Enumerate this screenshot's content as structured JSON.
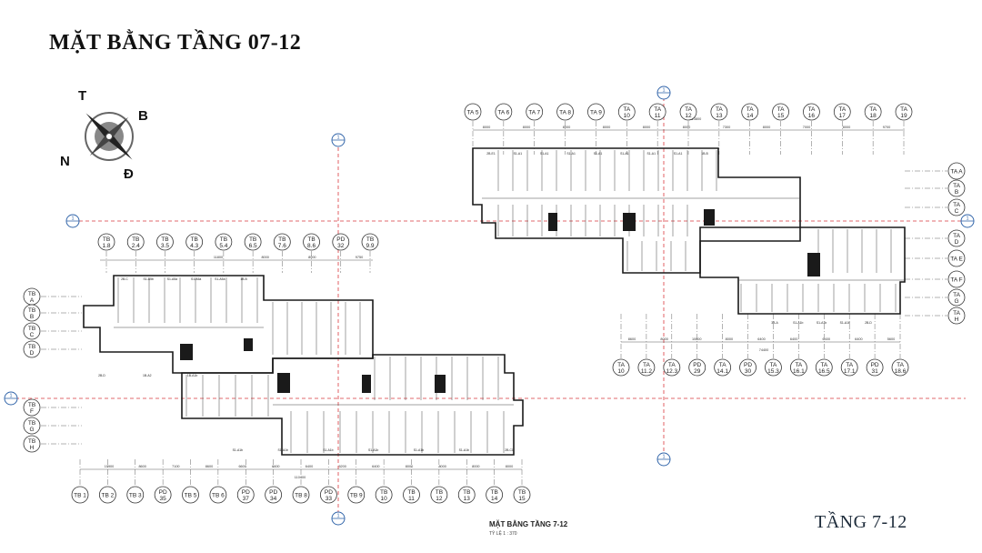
{
  "title": "MẶT BẰNG TẦNG 07-12",
  "footer": "TẦNG 7-12",
  "drawing_caption": "MẶT BẰNG TẦNG 7-12",
  "drawing_scale": "TỶ LỆ 1 : 370",
  "compass": {
    "top": "T",
    "right": "B",
    "left": "N",
    "bottom": "Đ"
  },
  "section_markers": {
    "vertical_left": "1",
    "vertical_right": "1",
    "horizontal": "1"
  },
  "block_b": {
    "top_axes": [
      "TB\n1.8",
      "TB\n2.4",
      "TB\n3.5",
      "TB\n4.3",
      "TB\n5.4",
      "TB\n6.5",
      "TB\n7.6",
      "TB\n8.6",
      "PD\n32",
      "TB\n9.9"
    ],
    "bottom_axes": [
      "TB 1",
      "TB 2",
      "TB 3",
      "PD\n35",
      "TB 5",
      "TB 6",
      "PD\n37",
      "PD\n34",
      "TB 8",
      "PD\n33",
      "TB 9",
      "TB\n10",
      "TB\n11",
      "TB\n12",
      "TB\n13",
      "TB\n14",
      "TB\n15"
    ],
    "left_axes": [
      "TB\nA",
      "TB\nB",
      "TB\nC",
      "TB\nD",
      "TB\nF",
      "TB\nG",
      "TB\nH"
    ],
    "top_dims": [
      "11800",
      "8000",
      "8000",
      "9750"
    ],
    "bottom_dims": [
      "15900",
      "8600",
      "7100",
      "8600",
      "6600",
      "6600",
      "6400",
      "5200",
      "6400",
      "8000",
      "8000",
      "8000",
      "8000"
    ],
    "bottom_total": "110400",
    "rooms_top": [
      "2B-C",
      "S1-A5b",
      "S1-A5a",
      "S1-A5a",
      "S1-A5a",
      "1B-B"
    ],
    "rooms_bottom": [
      "2B-D",
      "1B-A2",
      "1B-A1b",
      "S1-A1b",
      "S1-A1b",
      "S1-A1b",
      "S1-A1b",
      "S1-A1b",
      "S1-A1b",
      "2B-C1"
    ]
  },
  "block_a": {
    "top_axes": [
      "TA 5",
      "TA 6",
      "TA 7",
      "TA 8",
      "TA 9",
      "TA\n10",
      "TA\n11",
      "TA\n12",
      "TA\n13",
      "TA\n14",
      "TA\n15",
      "TA\n16",
      "TA\n17",
      "TA\n18",
      "TA\n19"
    ],
    "bottom_axes": [
      "TA\n10",
      "TA\n11.2",
      "TA\n12.3",
      "PD\n29",
      "TA\n14.1",
      "PD\n30",
      "TA\n15.3",
      "TA\n16.1",
      "TA\n16.5",
      "TA\n17.1",
      "PD\n31",
      "TA\n18.6"
    ],
    "right_axes": [
      "TA A",
      "TA\nB",
      "TA\nC",
      "TA\nD",
      "TA E",
      "TA F",
      "TA\nG",
      "TA\nH"
    ],
    "top_dims": [
      "8000",
      "8000",
      "8000",
      "8000",
      "8000",
      "8000",
      "7300",
      "8000",
      "7000",
      "8000",
      "9700"
    ],
    "top_total": "113800",
    "bottom_dims": [
      "8600",
      "8000",
      "10600",
      "8000",
      "6400",
      "6400",
      "6400",
      "6400",
      "5600"
    ],
    "bottom_total": "74400",
    "rooms_top": [
      "2B-E1",
      "S1-A1",
      "S1-A1",
      "S1-A1",
      "S1-A1",
      "S1-A1",
      "S1-A1",
      "S1-A1",
      "1B-B"
    ],
    "rooms_bottom": [
      "3B-A",
      "S1-A1b",
      "S1-A1b",
      "S1-A1b",
      "2B-D"
    ]
  }
}
